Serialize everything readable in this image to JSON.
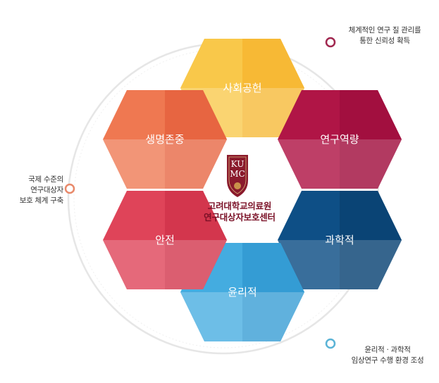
{
  "center": {
    "logo_lines": [
      "KU",
      "MC"
    ],
    "title_line1": "고려대학교의료원",
    "title_line2": "연구대상자보호센터"
  },
  "hexagons": [
    {
      "label": "사회공헌",
      "color": "#f7b733"
    },
    {
      "label": "연구역량",
      "color": "#a41040"
    },
    {
      "label": "과학적",
      "color": "#0c4a7d"
    },
    {
      "label": "윤리적",
      "color": "#2f9ad6"
    },
    {
      "label": "안전",
      "color": "#d63a50"
    },
    {
      "label": "생명존중",
      "color": "#e8603c"
    }
  ],
  "annotations": {
    "top_right": {
      "line1": "체계적인 연구 질 관리를",
      "line2": "통한 신뢰성 확득",
      "color": "#a0274f"
    },
    "left": {
      "line1": "국제 수준의",
      "line2": "연구대상자",
      "line3": "보호 체계 구축",
      "color": "#e8896a"
    },
    "bottom_right": {
      "line1": "윤리적 · 과학적",
      "line2": "임상연구 수행 환경 조성",
      "color": "#5ab3d6"
    }
  }
}
